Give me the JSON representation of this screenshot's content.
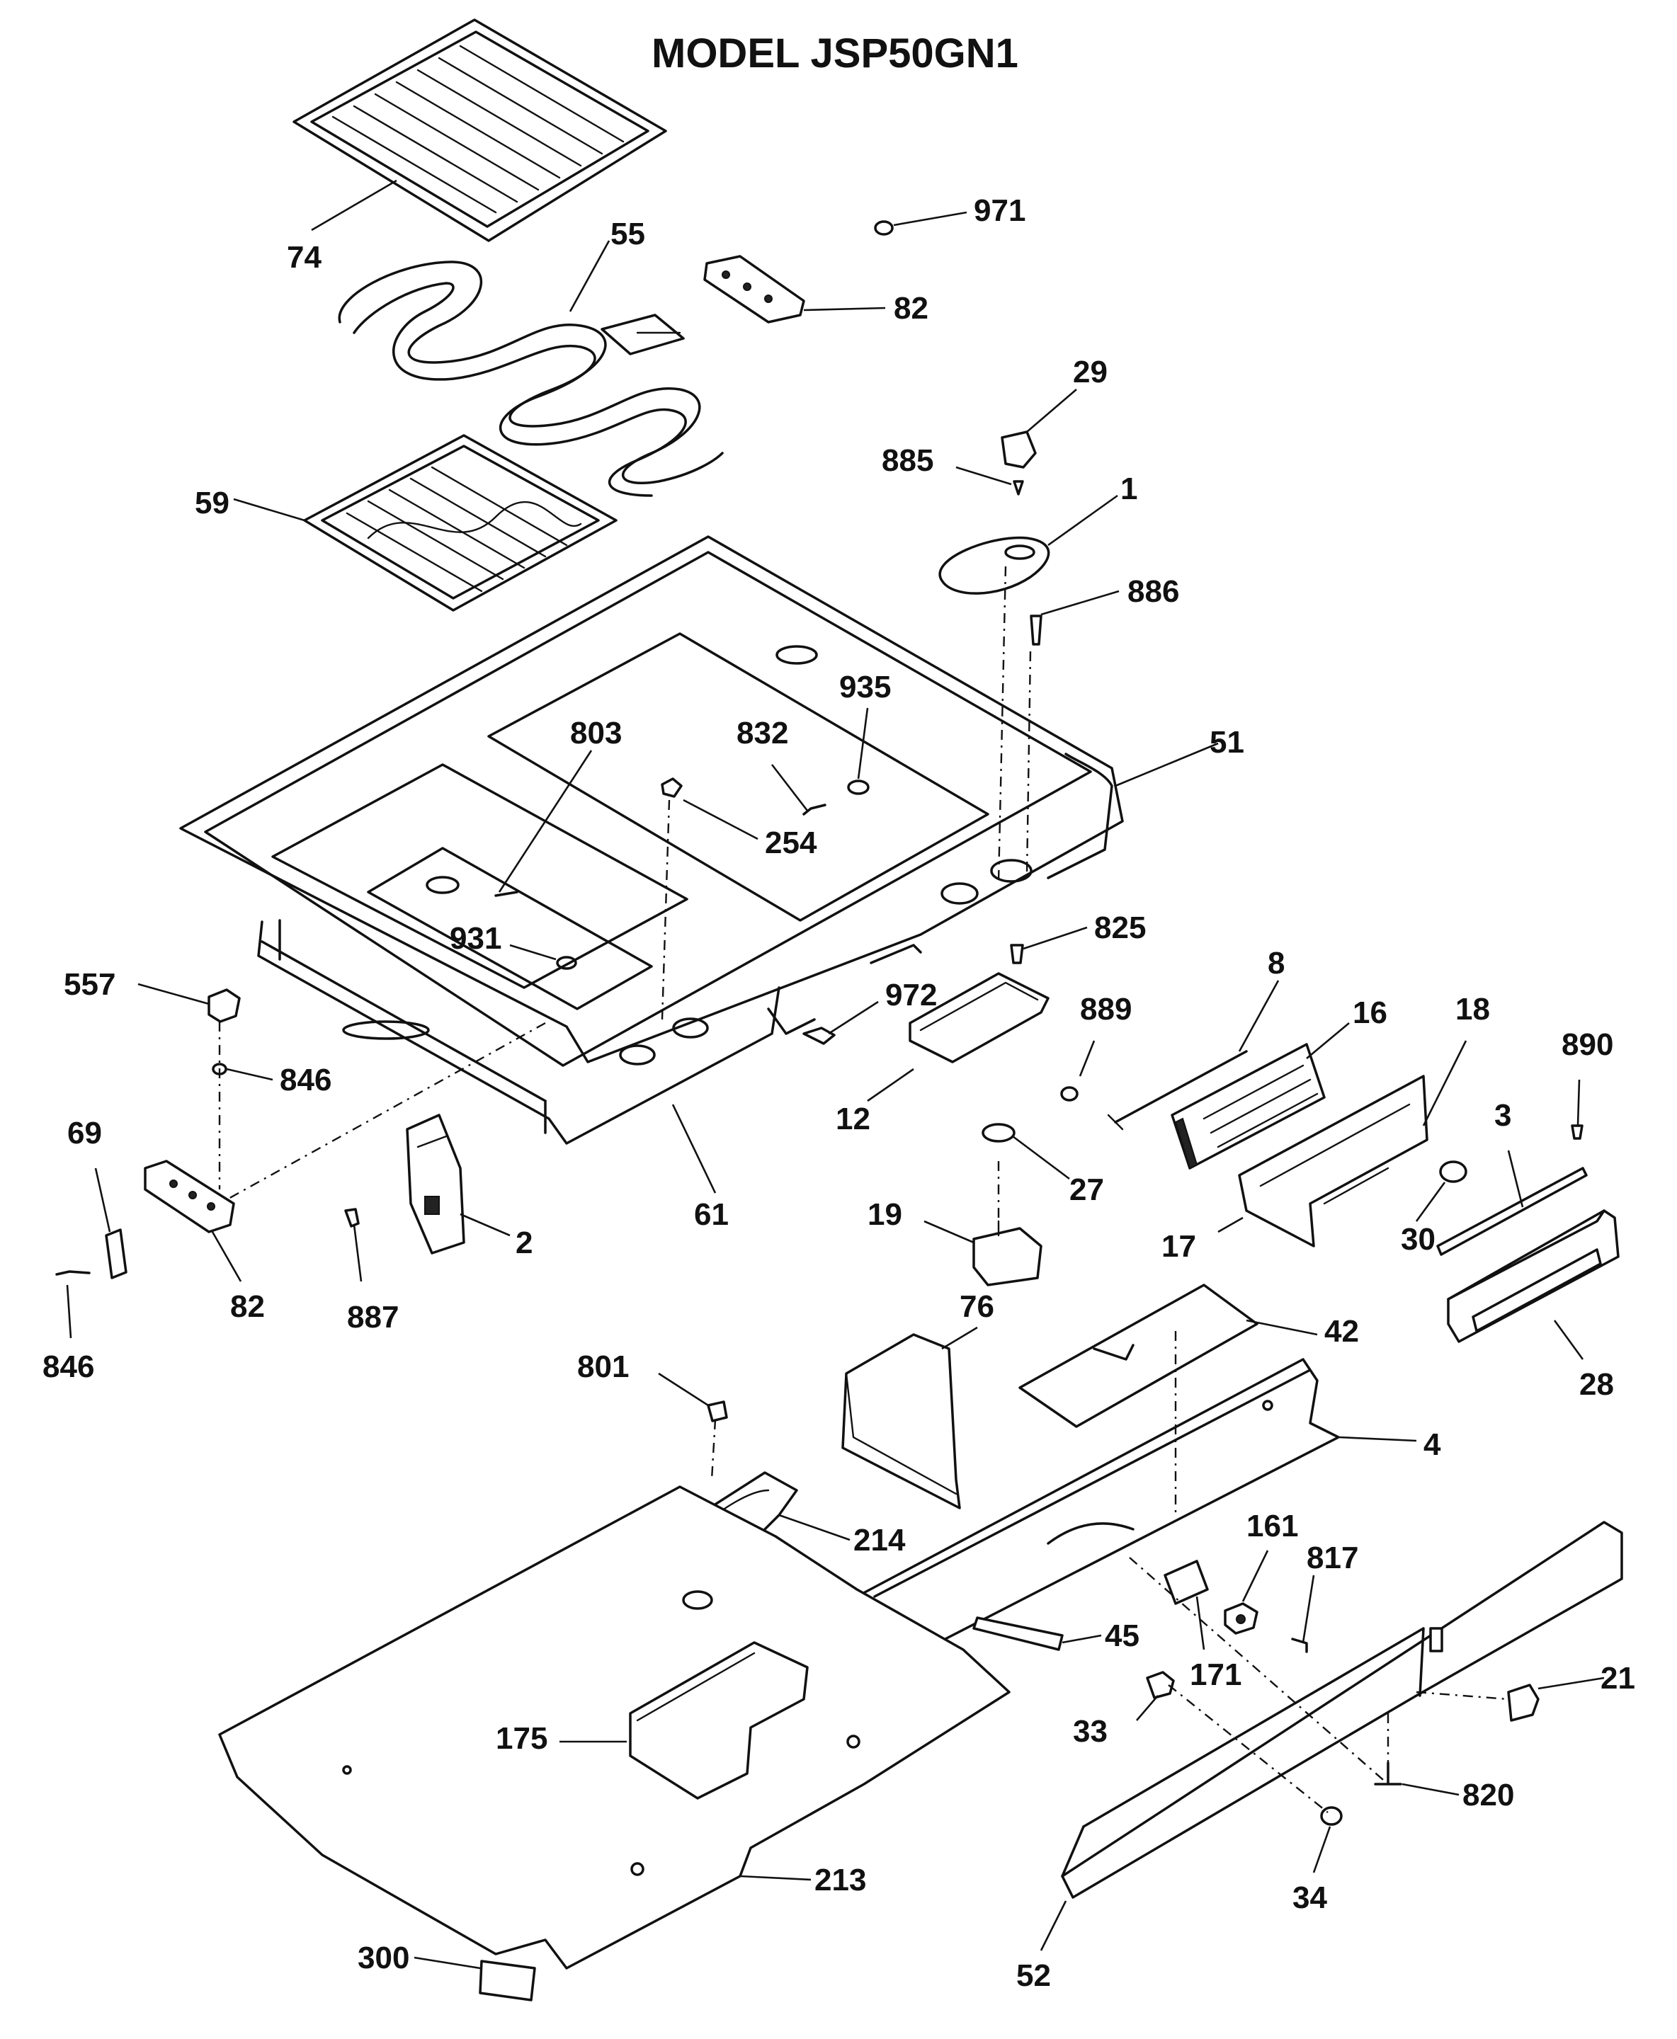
{
  "title": "MODEL JSP50GN1",
  "part_labels": {
    "p74": "74",
    "p55": "55",
    "p971": "971",
    "p82a": "82",
    "p29": "29",
    "p885": "885",
    "p1": "1",
    "p59": "59",
    "p886": "886",
    "p935": "935",
    "p832": "832",
    "p803": "803",
    "p51": "51",
    "p254": "254",
    "p931": "931",
    "p825": "825",
    "p557": "557",
    "p972": "972",
    "p8": "8",
    "p16": "16",
    "p18": "18",
    "p889": "889",
    "p890": "890",
    "p846a": "846",
    "p3": "3",
    "p69": "69",
    "p12": "12",
    "p27": "27",
    "p2": "2",
    "p61": "61",
    "p19": "19",
    "p17": "17",
    "p30": "30",
    "p887": "887",
    "p82b": "82",
    "p846b": "846",
    "p76": "76",
    "p42": "42",
    "p28": "28",
    "p801": "801",
    "p4": "4",
    "p214": "214",
    "p161": "161",
    "p817": "817",
    "p45": "45",
    "p171": "171",
    "p21": "21",
    "p33": "33",
    "p175": "175",
    "p820": "820",
    "p34": "34",
    "p213": "213",
    "p52": "52",
    "p300": "300"
  }
}
